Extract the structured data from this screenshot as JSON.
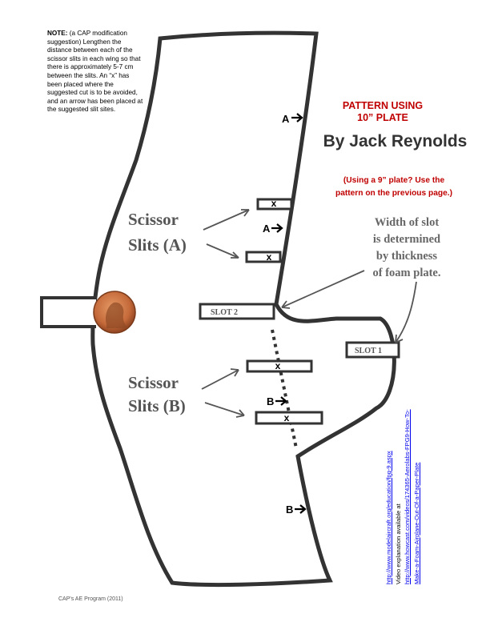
{
  "note": {
    "label": "NOTE:",
    "text": " (a CAP modification suggestion) Lengthen the distance between each of the scissor slits in each wing so that there is approximately 5-7 cm between the slits.  An “x” has been placed where the suggested cut is to be avoided, and an arrow has been placed at the suggested slit sites."
  },
  "title": {
    "line1": "PATTERN USING",
    "line2": "10” PLATE"
  },
  "author": "By Jack Reynolds",
  "plate_note": {
    "line1": "(Using a 9” plate? Use the",
    "line2": "pattern on the previous page.)"
  },
  "labels": {
    "scissor_a_line1": "Scissor",
    "scissor_a_line2": "Slits (A)",
    "scissor_b_line1": "Scissor",
    "scissor_b_line2": "Slits (B)",
    "width_line1": "Width of slot",
    "width_line2": "is determined",
    "width_line3": "by thickness",
    "width_line4": "of foam plate.",
    "slot1": "SLOT 1",
    "slot2": "SLOT 2",
    "x_mark": "x",
    "arrow_a": "A",
    "arrow_b": "B"
  },
  "links": {
    "url1": "http://www.modelaircraft.org/education/fpg-9.aspx",
    "video_label": "Video explanation available at",
    "url2": "http://www.howcast.com/videos/174365-Aerolabs-FPG9-How-To-Make-a-Foam-Airplane-Out-Of-a-Paper-Plate"
  },
  "footer": "CAP's AE Program (2011)",
  "colors": {
    "title_red": "#c00000",
    "link_blue": "#0000ee",
    "outline": "#333333",
    "label_gray": "#555555",
    "penny": "#c56a3a"
  },
  "icons": [
    "penny-image",
    "arrow-right-icon"
  ]
}
